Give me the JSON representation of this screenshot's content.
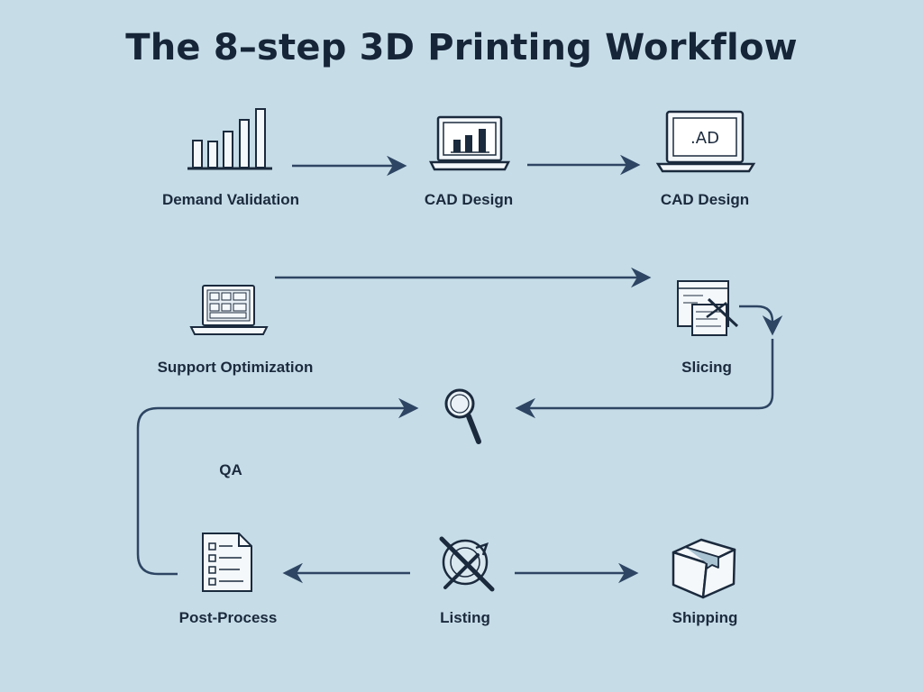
{
  "title": "The 8–step 3D Printing Workflow",
  "steps": [
    {
      "label": "Demand Validation",
      "icon": "bar-chart-icon"
    },
    {
      "label": "CAD Design",
      "icon": "laptop-chart-icon"
    },
    {
      "label": "CAD Design",
      "icon": "laptop-cad-icon"
    },
    {
      "label": "Support Optimization",
      "icon": "laptop-grid-icon"
    },
    {
      "label": "Slicing",
      "icon": "slicing-software-icon"
    },
    {
      "label": "QA",
      "icon": "magnifier-icon"
    },
    {
      "label": "Post-Process",
      "icon": "checklist-document-icon"
    },
    {
      "label": "Listing",
      "icon": "crossed-tools-icon"
    },
    {
      "label": "Shipping",
      "icon": "package-box-icon"
    }
  ],
  "laptop_screen_text": ".AD",
  "colors": {
    "background": "#c6dde8",
    "ink": "#1b2a3d",
    "arrow": "#2e4563"
  }
}
